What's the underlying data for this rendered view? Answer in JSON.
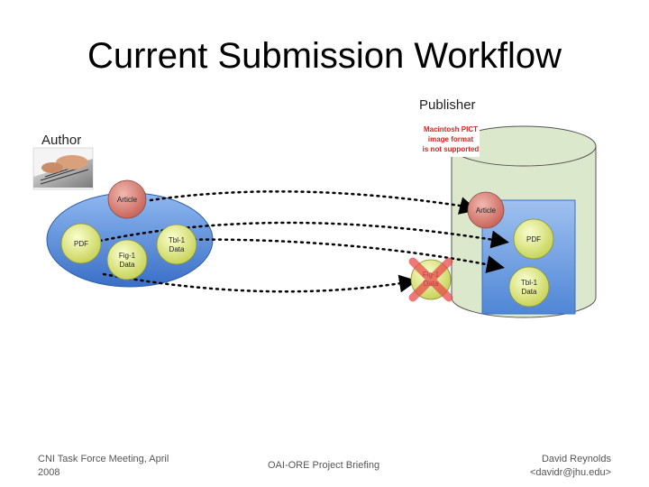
{
  "slide": {
    "title": "Current Submission Workflow"
  },
  "labels": {
    "publisher": "Publisher",
    "author": "Author"
  },
  "nodes": {
    "article": "Article",
    "pdf": "PDF",
    "fig1_line1": "Fig-1",
    "fig1_line2": "Data",
    "tbl1_line1": "Tbl-1",
    "tbl1_line2": "Data"
  },
  "warning": {
    "line1": "Macintosh PICT",
    "line2": "image format",
    "line3": "is not supported"
  },
  "footer": {
    "left_line1": "CNI Task Force Meeting, April",
    "left_line2": "2008",
    "center": "OAI-ORE Project Briefing",
    "right_line1": "David Reynolds",
    "right_line2": "<davidr@jhu.edu>"
  },
  "colors": {
    "ellipse_blue": "#5b8fd8",
    "cylinder": "#dbe8cc",
    "node_article": "#d98a80",
    "node_data": "#e6ee9a",
    "reject_red": "#e84c4c"
  }
}
